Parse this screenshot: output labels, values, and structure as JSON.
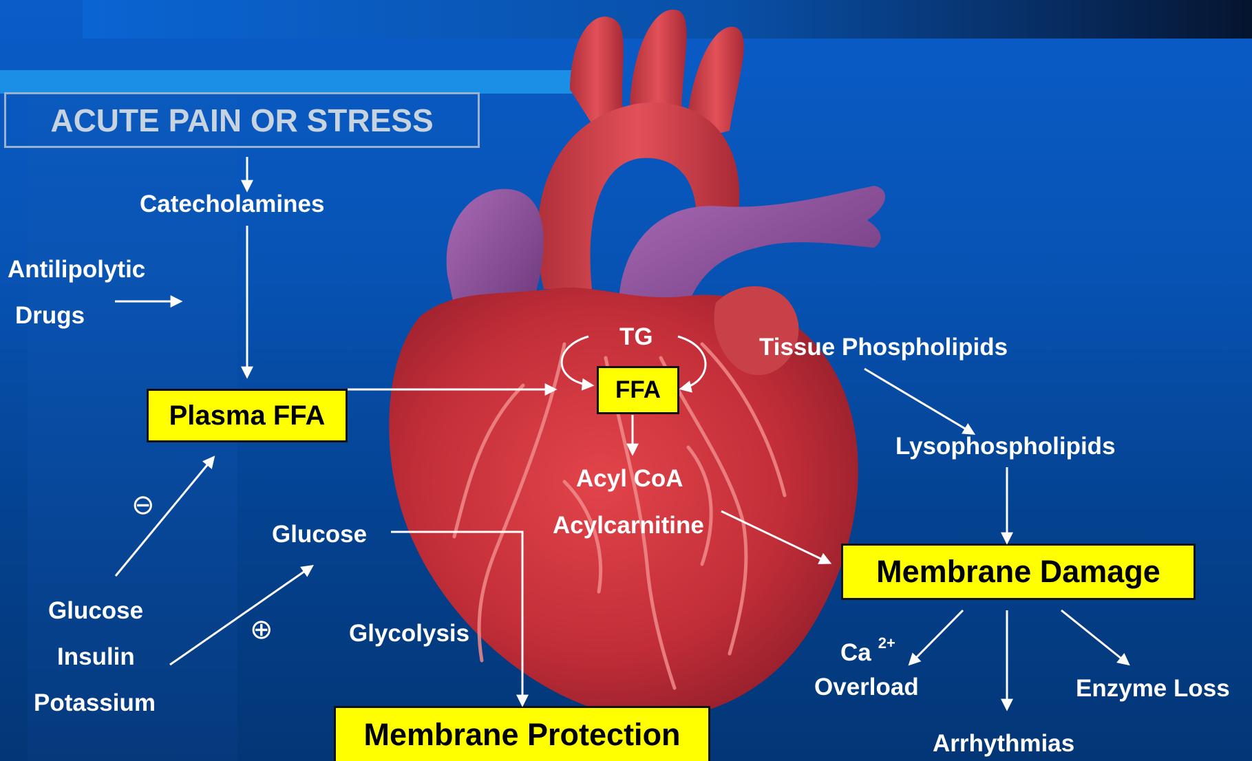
{
  "title": "ACUTE PAIN OR STRESS",
  "labels": {
    "catecholamines": "Catecholamines",
    "antilipolytic": "Antilipolytic",
    "drugs": "Drugs",
    "glucose_top": "Glucose",
    "glucose_left": "Glucose",
    "insulin": "Insulin",
    "potassium": "Potassium",
    "glycolysis": "Glycolysis",
    "tg": "TG",
    "acyl_coa": "Acyl CoA",
    "acylcarnitine": "Acylcarnitine",
    "tissue_phospholipids": "Tissue Phospholipids",
    "lysophospholipids": "Lysophospholipids",
    "ca": "Ca",
    "ca_superscript": "2+",
    "overload": "Overload",
    "arrhythmias": "Arrhythmias",
    "enzyme_loss": "Enzyme Loss"
  },
  "boxes": {
    "plasma_ffa": "Plasma FFA",
    "ffa": "FFA",
    "membrane_damage": "Membrane Damage",
    "membrane_protection": "Membrane Protection"
  },
  "symbols": {
    "inhibit": "⊖",
    "stimulate": "⊕"
  },
  "colors": {
    "background": "#0753b4",
    "highlight_box": "#ffff00",
    "heart": "#c8323a",
    "vessels": "#8a4a9a"
  }
}
